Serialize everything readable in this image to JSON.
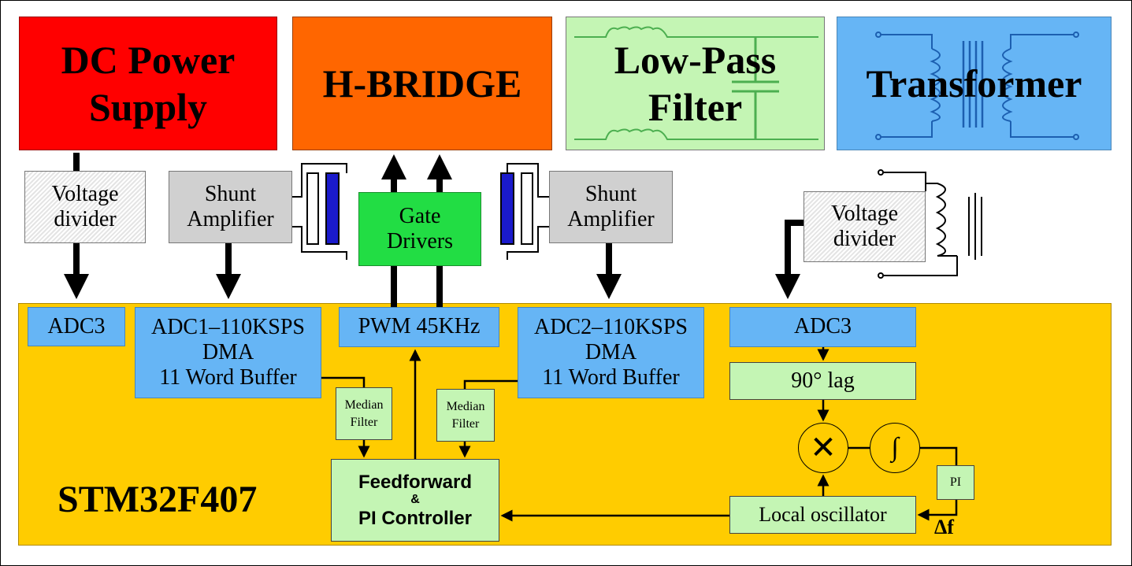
{
  "blocks": {
    "dc_power_supply": [
      "DC Power",
      "Supply"
    ],
    "h_bridge": "H-BRIDGE",
    "low_pass_filter": [
      "Low-Pass",
      "Filter"
    ],
    "transformer": "Transformer",
    "voltage_divider_left": [
      "Voltage",
      "divider"
    ],
    "shunt_amp_left": [
      "Shunt",
      "Amplifier"
    ],
    "gate_drivers": [
      "Gate",
      "Drivers"
    ],
    "shunt_amp_right": [
      "Shunt",
      "Amplifier"
    ],
    "voltage_divider_right": [
      "Voltage",
      "divider"
    ]
  },
  "mcu": {
    "name": "STM32F407",
    "adc3_left": "ADC3",
    "adc1": [
      "ADC1–110KSPS",
      "DMA",
      "11 Word Buffer"
    ],
    "pwm": "PWM 45KHz",
    "adc2": [
      "ADC2–110KSPS",
      "DMA",
      "11 Word Buffer"
    ],
    "adc3_right": "ADC3",
    "lag": "90° lag",
    "median_filter_left": [
      "Median",
      "Filter"
    ],
    "median_filter_right": [
      "Median",
      "Filter"
    ],
    "controller": [
      "Feedforward",
      "&",
      "PI Controller"
    ],
    "multiplier_symbol": "✕",
    "integrator_symbol": "∫",
    "pi": "PI",
    "local_oscillator": "Local oscillator",
    "delta_f": "Δf"
  },
  "colors": {
    "power_supply": "#ff0000",
    "h_bridge": "#ff6600",
    "filter": "#c4f5b4",
    "transformer": "#66b5f5",
    "mcu": "#ffcc00",
    "gate_drivers": "#22dd44",
    "mosfet": "#1a1acc"
  }
}
